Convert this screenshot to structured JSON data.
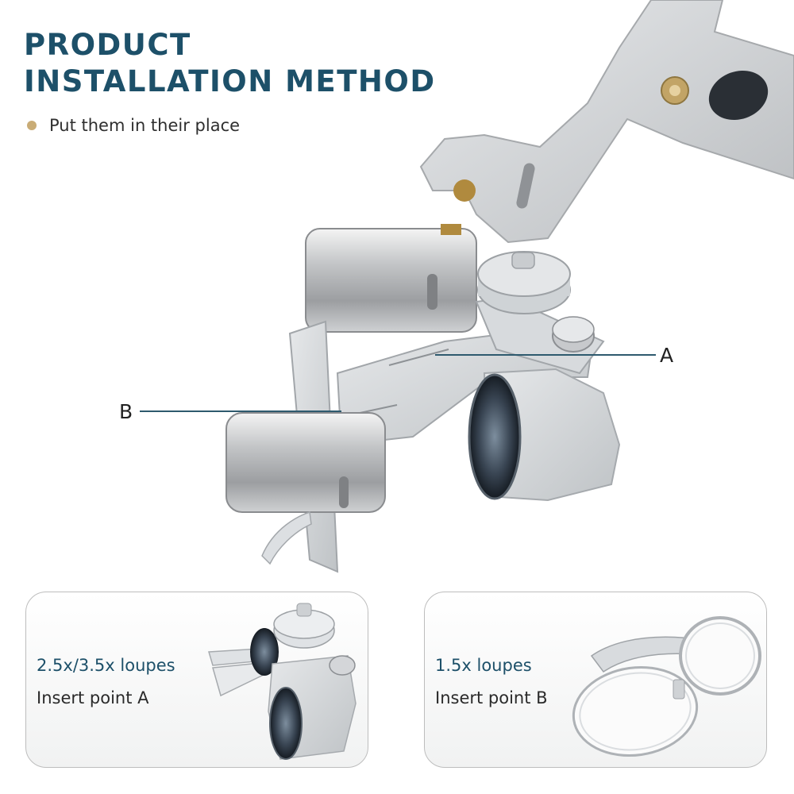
{
  "header": {
    "title_line1": "PRODUCT",
    "title_line2": "INSTALLATION METHOD",
    "bullet": "Put them in their place"
  },
  "callouts": {
    "a": "A",
    "b": "B"
  },
  "cards": [
    {
      "title": "2.5x/3.5x loupes",
      "subtitle": "Insert point A"
    },
    {
      "title": "1.5x loupes",
      "subtitle": "Insert point B"
    }
  ],
  "colors": {
    "title": "#1d5069",
    "bullet_dot": "#c9ac76",
    "leader_line": "#2e5a6e",
    "card_border": "#bdbdbd"
  }
}
